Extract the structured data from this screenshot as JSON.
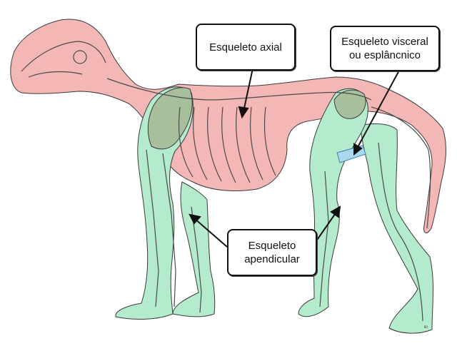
{
  "labels": {
    "axial": {
      "lines": [
        "Esqueleto axial"
      ]
    },
    "visceral": {
      "lines": [
        "Esqueleto visceral",
        "ou esplâncnico"
      ]
    },
    "apendicular": {
      "lines": [
        "Esqueleto",
        "apendicular"
      ]
    }
  },
  "corner_mark": "ɐı",
  "colors": {
    "axial_region": "#f3b8b6",
    "appendicular_region": "#b4ebcc",
    "girdle_overlap": "#a8bf9c",
    "visceral_region": "#a9d8ef",
    "bone_outline": "#4a4a4a",
    "label_border": "#111111"
  }
}
